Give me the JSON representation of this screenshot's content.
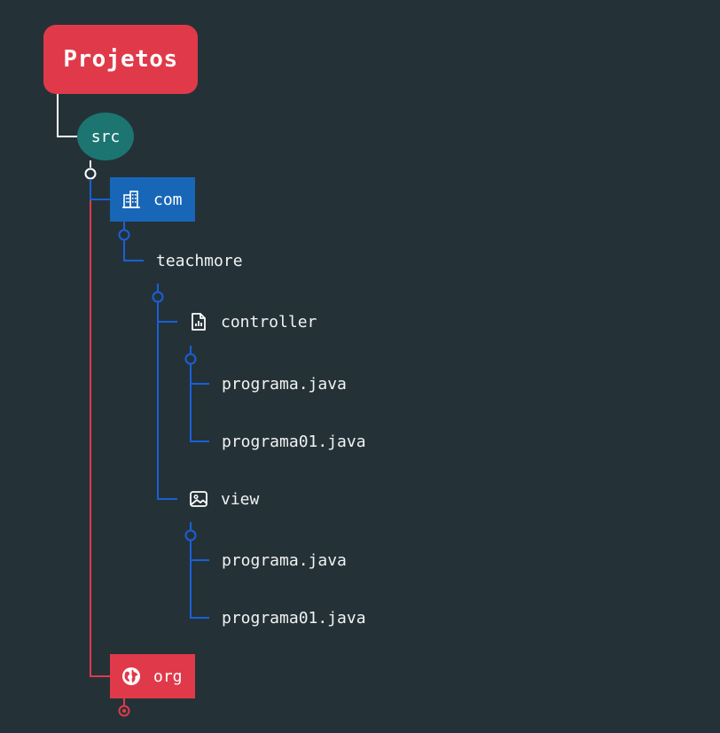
{
  "root": {
    "label": "Projetos"
  },
  "src": {
    "label": "src"
  },
  "com": {
    "label": "com",
    "icon": "building-icon"
  },
  "teachmore": {
    "label": "teachmore"
  },
  "controller": {
    "label": "controller",
    "icon": "document-chart-icon",
    "files": [
      "programa.java",
      "programa01.java"
    ]
  },
  "view": {
    "label": "view",
    "icon": "image-icon",
    "files": [
      "programa.java",
      "programa01.java"
    ]
  },
  "org": {
    "label": "org",
    "icon": "globe-icon"
  },
  "colors": {
    "background": "#243238",
    "root": "#e03a4a",
    "src": "#1c7571",
    "com": "#1866b7",
    "org": "#e03a4a",
    "blue_line": "#1a5fd6",
    "red_line": "#e03a4a",
    "white_line": "#ffffff"
  }
}
